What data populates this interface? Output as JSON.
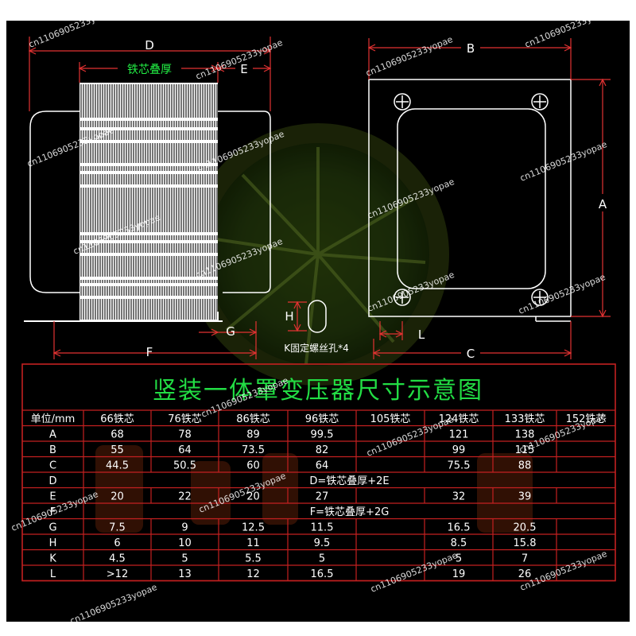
{
  "drawing": {
    "labels": {
      "D": "D",
      "E": "E",
      "F": "F",
      "G": "G",
      "B": "B",
      "A": "A",
      "C": "C",
      "L": "L",
      "H": "H",
      "core_stack": "铁芯叠厚",
      "k_hole": "K固定螺丝孔*4"
    }
  },
  "table": {
    "title": "竖装一体罩变压器尺寸示意图",
    "header": [
      "单位/mm",
      "66铁芯",
      "76铁芯",
      "86铁芯",
      "96铁芯",
      "105铁芯",
      "124铁芯",
      "133铁芯",
      "152铁芯"
    ],
    "rows": [
      {
        "label": "A",
        "cells": [
          "68",
          "78",
          "89",
          "99.5",
          "",
          "121",
          "138",
          ""
        ]
      },
      {
        "label": "B",
        "cells": [
          "55",
          "64",
          "73.5",
          "82",
          "",
          "99",
          "115",
          ""
        ]
      },
      {
        "label": "C",
        "cells": [
          "44.5",
          "50.5",
          "60",
          "64",
          "",
          "75.5",
          "88",
          ""
        ]
      },
      {
        "label": "D",
        "formula": "D=铁芯叠厚+2E"
      },
      {
        "label": "E",
        "cells": [
          "20",
          "22",
          "20",
          "27",
          "",
          "32",
          "39",
          ""
        ]
      },
      {
        "label": "F",
        "formula": "F=铁芯叠厚+2G"
      },
      {
        "label": "G",
        "cells": [
          "7.5",
          "9",
          "12.5",
          "11.5",
          "",
          "16.5",
          "20.5",
          ""
        ]
      },
      {
        "label": "H",
        "cells": [
          "6",
          "10",
          "11",
          "9.5",
          "",
          "8.5",
          "15.8",
          ""
        ]
      },
      {
        "label": "K",
        "cells": [
          "4.5",
          "5",
          "5.5",
          "5",
          "",
          "5",
          "7",
          ""
        ]
      },
      {
        "label": "L",
        "cells": [
          ">12",
          "13",
          "12",
          "16.5",
          "",
          "19",
          "26",
          ""
        ]
      }
    ]
  },
  "watermark": {
    "text": "cn1106905233yopae"
  },
  "colors": {
    "background": "#000000",
    "drawing_line": "#ffffff",
    "dimension_red": "#e33232",
    "label_green": "#22ee44",
    "table_grid": "#c42020",
    "table_text": "#ffffff",
    "title_green": "#22dd44"
  }
}
